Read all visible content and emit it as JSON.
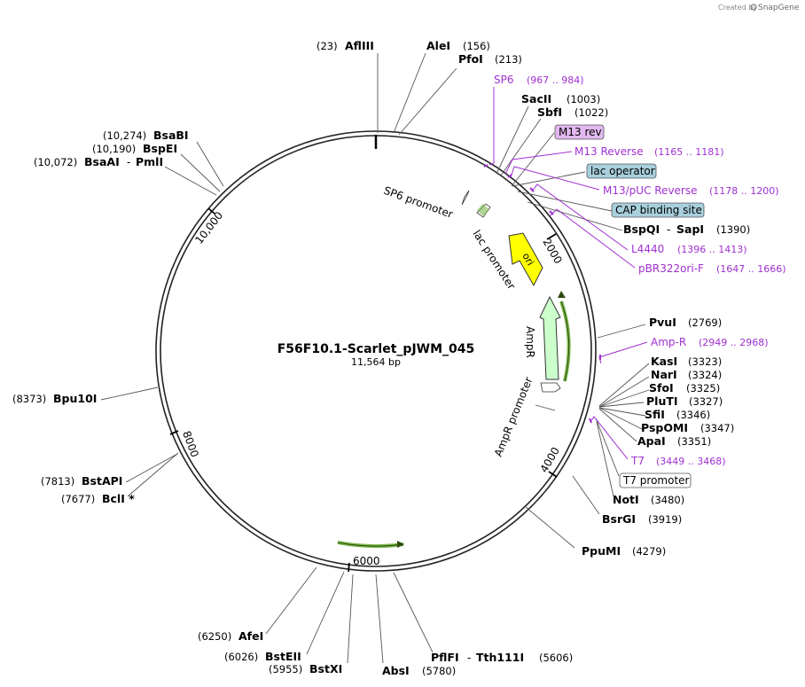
{
  "header": {
    "created_by": "Created by",
    "brand": "SnapGene"
  },
  "plasmid": {
    "name": "F56F10.1-Scarlet_pJWM_045",
    "size_label": "11,564 bp",
    "length": 11564
  },
  "ticks": [
    "2000",
    "4000",
    "6000",
    "8000",
    "10,000"
  ],
  "colors": {
    "primer": "#a030d0",
    "ori": "#ffff00",
    "ampr": "#ccffcc",
    "highlight": "#7ab648",
    "operator_box": "#a8cfdc",
    "m13_box": "#e2b8f0"
  },
  "sites": {
    "afl3": {
      "pos": "(23)",
      "name": "AflIII"
    },
    "ale1": {
      "name": "AleI",
      "pos": "(156)"
    },
    "pfo1": {
      "name": "PfoI",
      "pos": "(213)"
    },
    "sp6": {
      "name": "SP6",
      "pos": "(967 .. 984)"
    },
    "sac2": {
      "name": "SacII",
      "pos": "(1003)"
    },
    "sbf1": {
      "name": "SbfI",
      "pos": "(1022)"
    },
    "m13rev": {
      "name": "M13 rev"
    },
    "m13r": {
      "name": "M13 Reverse",
      "pos": "(1165 .. 1181)"
    },
    "lacop": {
      "name": "lac operator"
    },
    "m13puc": {
      "name": "M13/pUC Reverse",
      "pos": "(1178 .. 1200)"
    },
    "cap": {
      "name": "CAP binding site"
    },
    "bspq": {
      "name": "BspQI",
      "sep": "-",
      "name2": "SapI",
      "pos": "(1390)"
    },
    "l4440": {
      "name": "L4440",
      "pos": "(1396 .. 1413)"
    },
    "pbr": {
      "name": "pBR322ori-F",
      "pos": "(1647 .. 1666)"
    },
    "pvu1": {
      "name": "PvuI",
      "pos": "(2769)"
    },
    "ampr": {
      "name": "Amp-R",
      "pos": "(2949 .. 2968)"
    },
    "kas1": {
      "name": "KasI",
      "pos": "(3323)"
    },
    "nar1": {
      "name": "NarI",
      "pos": "(3324)"
    },
    "sfo1": {
      "name": "SfoI",
      "pos": "(3325)"
    },
    "plut": {
      "name": "PluTI",
      "pos": "(3327)"
    },
    "sfi1": {
      "name": "SfiI",
      "pos": "(3346)"
    },
    "pspo": {
      "name": "PspOMI",
      "pos": "(3347)"
    },
    "apa1": {
      "name": "ApaI",
      "pos": "(3351)"
    },
    "t7": {
      "name": "T7",
      "pos": "(3449 .. 3468)"
    },
    "t7prom": {
      "name": "T7 promoter"
    },
    "not1": {
      "name": "NotI",
      "pos": "(3480)"
    },
    "bsrg": {
      "name": "BsrGI",
      "pos": "(3919)"
    },
    "ppum": {
      "name": "PpuMI",
      "pos": "(4279)"
    },
    "pflf": {
      "name": "PflFI",
      "sep": "-",
      "name2": "Tth111I",
      "pos": "(5606)"
    },
    "abs1": {
      "name": "AbsI",
      "pos": "(5780)"
    },
    "bstx": {
      "pos": "(5955)",
      "name": "BstXI"
    },
    "bste": {
      "pos": "(6026)",
      "name": "BstEII"
    },
    "afe1": {
      "pos": "(6250)",
      "name": "AfeI"
    },
    "bcl1": {
      "pos": "(7677)",
      "name": "BclI *"
    },
    "bstap": {
      "pos": "(7813)",
      "name": "BstAPI"
    },
    "bpu10": {
      "pos": "(8373)",
      "name": "Bpu10I"
    },
    "bsaa": {
      "pos": "(10,072)",
      "name": "BsaAI",
      "sep": "-",
      "name2": "PmlI"
    },
    "bspe": {
      "pos": "(10,190)",
      "name": "BspEI"
    },
    "bsab": {
      "pos": "(10,274)",
      "name": "BsaBI"
    }
  },
  "features": {
    "sp6_promoter": "SP6 promoter",
    "lac_promoter": "lac promoter",
    "ori": "ori",
    "ampr": "AmpR",
    "ampr_promoter": "AmpR promoter"
  }
}
